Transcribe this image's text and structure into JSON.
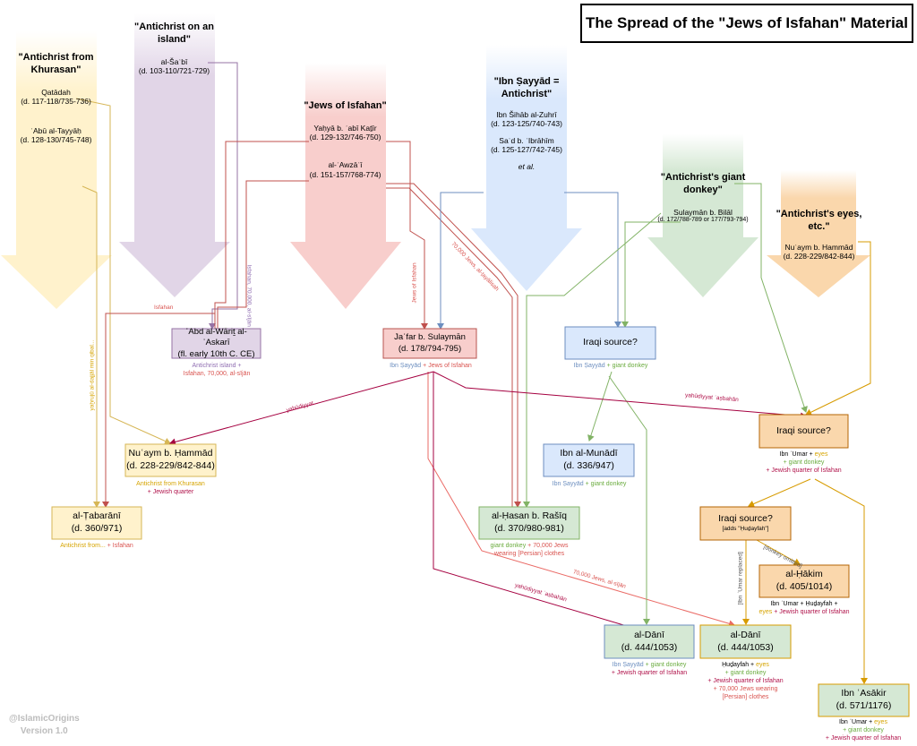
{
  "title": "The Spread of the \"Jews of Isfahan\" Material",
  "watermark": {
    "line1": "@IslamicOrigins",
    "line2": "Version 1.0"
  },
  "sources": {
    "khurasan": {
      "title": "\"Antichrist from Khurasan\"",
      "a1": "Qatādah",
      "a1d": "(d. 117-118/735-736)",
      "a2": "ʿAbū al-Tayyāḥ",
      "a2d": "(d. 128-130/745-748)",
      "color": "#fff2cc"
    },
    "island": {
      "title": "\"Antichrist on an island\"",
      "a1": "al-Šaʿbī",
      "a1d": "(d. 103-110/721-729)",
      "color": "#e1d5e7"
    },
    "isfahan": {
      "title": "\"Jews of Isfahan\"",
      "a1": "Yaḥyā b. ʾabī Kaṯīr",
      "a1d": "(d. 129-132/746-750)",
      "a2": "al-ʾAwzāʿī",
      "a2d": "(d. 151-157/768-774)",
      "color": "#f8cecc"
    },
    "sayyad": {
      "title": "\"Ibn Ṣayyād = Antichrist\"",
      "a1": "Ibn Šihāb al-Zuhrī",
      "a1d": "(d. 123-125/740-743)",
      "a2": "Saʿd b. ʾIbrāhīm",
      "a2d": "(d. 125-127/742-745)",
      "a3": "et al.",
      "color": "#dae8fc"
    },
    "donkey": {
      "title": "\"Antichrist's giant donkey\"",
      "a1": "Sulaymān b. Bilāl",
      "a1d": "(d. 172/788-789 or 177/793-794)",
      "color": "#d5e8d4"
    },
    "eyes": {
      "title": "\"Antichrist's eyes, etc.\"",
      "a1": "Nuʿaym b. Hammād",
      "a1d": "(d. 228-229/842-844)",
      "color": "#fad7ac"
    }
  },
  "nodes": {
    "abd": {
      "l1": "ʿAbd al-Wāriṯ al-ʿAskarī",
      "l2": "(fl. early 10th C. CE)",
      "n1": "Antichrist island +",
      "n2": "Isfahan, 70,000, al-sījān"
    },
    "jafar": {
      "l1": "Jaʿfar b. Sulaymān",
      "l2": "(d. 178/794-795)",
      "n1": "Ibn Ṣayyād",
      "n2": "+ Jews of Isfahan"
    },
    "iraqi1": {
      "l1": "Iraqi source?",
      "n1": "Ibn Ṣayyād",
      "n2": "+ giant donkey"
    },
    "iraqi2": {
      "l1": "Iraqi source?",
      "n1": "Ibn ʿUmar +",
      "n2": "eyes",
      "n3": "+ giant donkey",
      "n4": "+ Jewish quarter of Isfahan"
    },
    "munadi": {
      "l1": "Ibn al-Munādī",
      "l2": "(d. 336/947)",
      "n1": "Ibn Ṣayyād",
      "n2": "+ giant donkey"
    },
    "nuaym": {
      "l1": "Nuʿaym b. Ḥammād",
      "l2": "(d. 228-229/842-844)",
      "n1": "Antichrist from Khurasan",
      "n2": "+ Jewish quarter"
    },
    "tabarani": {
      "l1": "al-Ṭabarānī",
      "l2": "(d. 360/971)",
      "n1": "Antichrist from...",
      "n2": "+ Isfahan"
    },
    "hasan": {
      "l1": "al-Ḥasan b. Rašīq",
      "l2": "(d. 370/980-981)",
      "n1": "giant donkey",
      "n2": "+ 70,000 Jews",
      "n3": "wearing [Persian] clothes"
    },
    "iraqi3": {
      "l1": "Iraqi source?",
      "l2": "[adds \"Ḥuḏayfah\"]"
    },
    "hakim": {
      "l1": "al-Ḥākim",
      "l2": "(d. 405/1014)",
      "n1": "Ibn ʿUmar + Ḥuḏayfah +",
      "n2": "eyes",
      "n3": "+ Jewish quarter of Isfahan"
    },
    "dani1": {
      "l1": "al-Dānī",
      "l2": "(d. 444/1053)",
      "n1": "Ibn Ṣayyād",
      "n2": "+ giant donkey",
      "n3": "+ Jewish quarter of Isfahan"
    },
    "dani2": {
      "l1": "al-Dānī",
      "l2": "(d. 444/1053)",
      "n1": "Ḥuḏayfah +",
      "n2": "eyes",
      "n3": "+ giant donkey",
      "n4": "+ Jewish quarter of Isfahan",
      "n5": "+ 70,000 Jews wearing",
      "n6": "[Persian] clothes"
    },
    "asakir": {
      "l1": "Ibn ʿAsākir",
      "l2": "(d. 571/1176)",
      "n1": "Ibn ʿUmar +",
      "n2": "eyes",
      "n3": "+ giant donkey",
      "n4": "+ Jewish quarter of Isfahan"
    }
  },
  "edge_labels": {
    "isfahan": "Isfahan",
    "yahudiyyat1": "yahūdiyyat...",
    "yahudiyyat2": "yahūdiyyat ʾaṣbahān",
    "yahudiyyat3": "yahūdiyyat ʾaṣbahān",
    "jews70k_1": "70,000 Jews, al-ṭayālisah",
    "jews70k_2": "70,000 Jews, al-sījān",
    "jews_isfahan": "Jews of Isfahan",
    "khurasan_v": "yaḫrujū al-dajjāl min qibal...",
    "island_v": "Isfahan, 70,000, al-sījān",
    "ibn_umar_replaced": "[Ibn ʿUmar replaced]",
    "donkey_omitted": "[donkey omitted]"
  }
}
